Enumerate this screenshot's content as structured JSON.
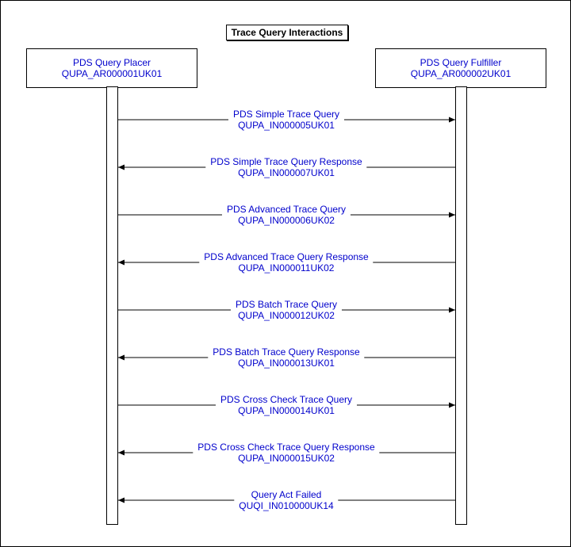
{
  "title": "Trace Query Interactions",
  "actors": [
    {
      "name": "PDS Query Placer",
      "code": "QUPA_AR000001UK01"
    },
    {
      "name": "PDS Query Fulfiller",
      "code": "QUPA_AR000002UK01"
    }
  ],
  "messages": [
    {
      "label": "PDS Simple Trace Query",
      "code": "QUPA_IN000005UK01",
      "direction": "right"
    },
    {
      "label": "PDS Simple Trace Query Response",
      "code": "QUPA_IN000007UK01",
      "direction": "left"
    },
    {
      "label": "PDS Advanced Trace Query",
      "code": "QUPA_IN000006UK02",
      "direction": "right"
    },
    {
      "label": "PDS Advanced Trace Query Response",
      "code": "QUPA_IN000011UK02",
      "direction": "left"
    },
    {
      "label": "PDS Batch Trace Query",
      "code": "QUPA_IN000012UK02",
      "direction": "right"
    },
    {
      "label": "PDS Batch Trace Query Response",
      "code": "QUPA_IN000013UK01",
      "direction": "left"
    },
    {
      "label": "PDS Cross Check Trace Query",
      "code": "QUPA_IN000014UK01",
      "direction": "right"
    },
    {
      "label": "PDS Cross Check Trace Query Response",
      "code": "QUPA_IN000015UK02",
      "direction": "left"
    },
    {
      "label": "Query Act Failed",
      "code": "QUQI_IN010000UK14",
      "direction": "left"
    }
  ],
  "colors": {
    "text": "#0000cc",
    "line": "#000000"
  }
}
